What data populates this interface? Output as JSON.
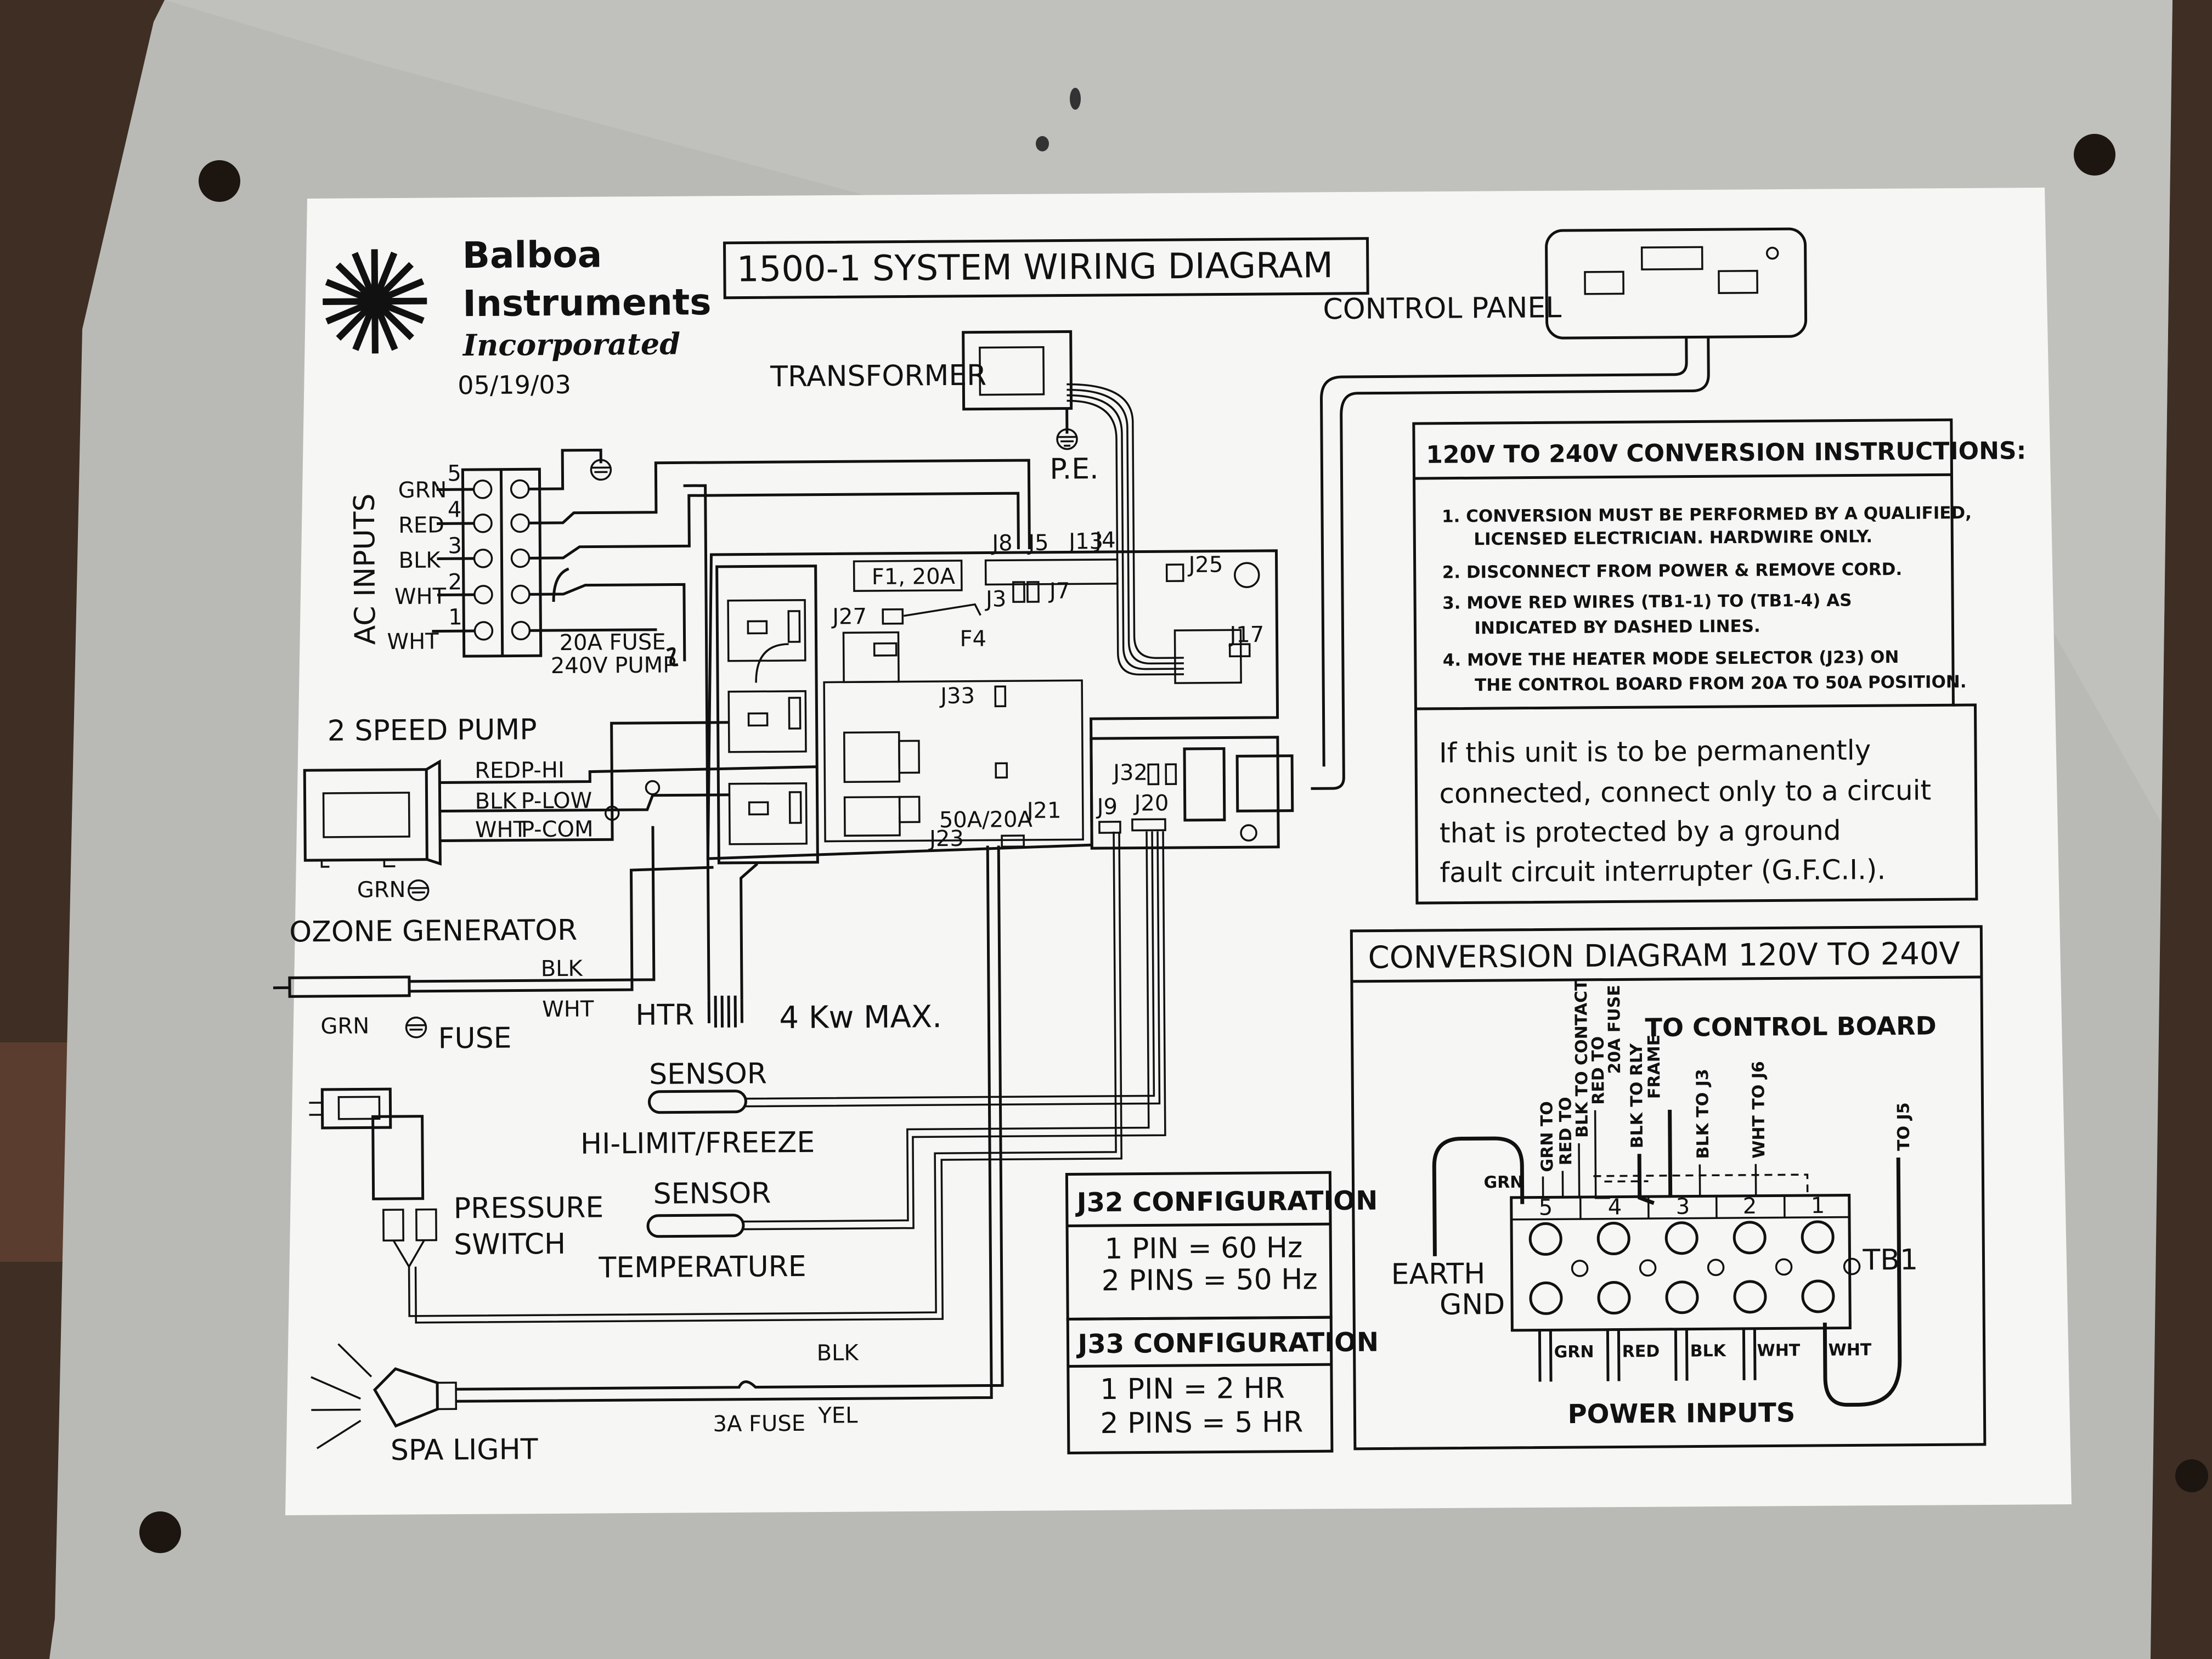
{
  "colors": {
    "background": "#3e2e24",
    "plate": "#b9bab6",
    "label": "#f6f6f4",
    "ink": "#111111"
  },
  "header": {
    "company_line1": "Balboa",
    "company_line2": "Instruments",
    "company_line3": "Incorporated",
    "date": "05/19/03",
    "title": "1500-1 SYSTEM WIRING DIAGRAM"
  },
  "labels": {
    "control_panel": "CONTROL PANEL",
    "transformer": "TRANSFORMER",
    "pe": "P.E.",
    "ac_inputs": "AC INPUTS",
    "grn": "GRN",
    "red": "RED",
    "blk": "BLK",
    "wht": "WHT",
    "term5": "5",
    "term4": "4",
    "term3": "3",
    "term2": "2",
    "term1": "1",
    "fuse_20a_1": "20A FUSE",
    "fuse_20a_2": "240V PUMP",
    "pump": "2 SPEED PUMP",
    "pump_red": "RED",
    "pump_phi": "P-HI",
    "pump_blk": "BLK",
    "pump_plow": "P-LOW",
    "pump_wht": "WHT",
    "pump_pcom": "P-COM",
    "pump_grn": "GRN",
    "ozone": "OZONE GENERATOR",
    "ozone_blk": "BLK",
    "ozone_wht": "WHT",
    "ozone_grn": "GRN",
    "fuse": "FUSE",
    "htr": "HTR",
    "kw": "4 Kw MAX.",
    "sensor1": "SENSOR",
    "hilimit": "HI-LIMIT/FREEZE",
    "sensor2": "SENSOR",
    "temperature": "TEMPERATURE",
    "pressure1": "PRESSURE",
    "pressure2": "SWITCH",
    "spa_light": "SPA LIGHT",
    "light_blk": "BLK",
    "fuse_3a": "3A FUSE",
    "yel": "YEL"
  },
  "board": {
    "f1": "F1, 20A",
    "j8": "J8",
    "j5": "J5",
    "j13": "J13",
    "j4": "J4",
    "j25": "J25",
    "j3": "J3",
    "j7": "J7",
    "j27": "J27",
    "f4": "F4",
    "j17": "J17",
    "j33": "J33",
    "j32": "J32",
    "j9": "J9",
    "j20": "J20",
    "sel": "50A/20A",
    "j21": "J21",
    "j23": "J23"
  },
  "instructions": {
    "heading": "120V TO 240V CONVERSION INSTRUCTIONS:",
    "items": [
      "1. CONVERSION MUST BE PERFORMED BY A QUALIFIED,",
      "LICENSED ELECTRICIAN. HARDWIRE ONLY.",
      "2. DISCONNECT FROM POWER & REMOVE CORD.",
      "3. MOVE RED WIRES (TB1-1) TO (TB1-4) AS",
      "INDICATED BY DASHED LINES.",
      "4. MOVE THE HEATER MODE SELECTOR (J23) ON",
      "THE CONTROL BOARD FROM 20A TO 50A POSITION."
    ]
  },
  "gfci_note": [
    "If this unit is to be permanently",
    "connected, connect only to a circuit",
    "that is protected by a ground",
    "fault circuit interrupter (G.F.C.I.)."
  ],
  "j32_config": {
    "heading": "J32 CONFIGURATION",
    "line1": "1 PIN = 60 Hz",
    "line2": "2 PINS = 50 Hz"
  },
  "j33_config": {
    "heading": "J33 CONFIGURATION",
    "line1": "1 PIN = 2 HR",
    "line2": "2 PINS = 5 HR"
  },
  "conversion": {
    "heading": "CONVERSION DIAGRAM 120V TO 240V",
    "to_board": "TO CONTROL BOARD",
    "rot_labels": [
      "GRN TO",
      "RED TO",
      "BLK TO CONTACT",
      "RED TO",
      "20A FUSE",
      "BLK TO RLY",
      "FRAME",
      "BLK TO J3",
      "WHT TO J6",
      "TO J5"
    ],
    "grn": "GRN",
    "earth1": "EARTH",
    "earth2": "GND",
    "tb1": "TB1",
    "t5": "5",
    "t4": "4",
    "t3": "3",
    "t2": "2",
    "t1": "1",
    "b_grn": "GRN",
    "b_red": "RED",
    "b_blk": "BLK",
    "b_wht1": "WHT",
    "b_wht2": "WHT",
    "power_inputs": "POWER INPUTS"
  }
}
